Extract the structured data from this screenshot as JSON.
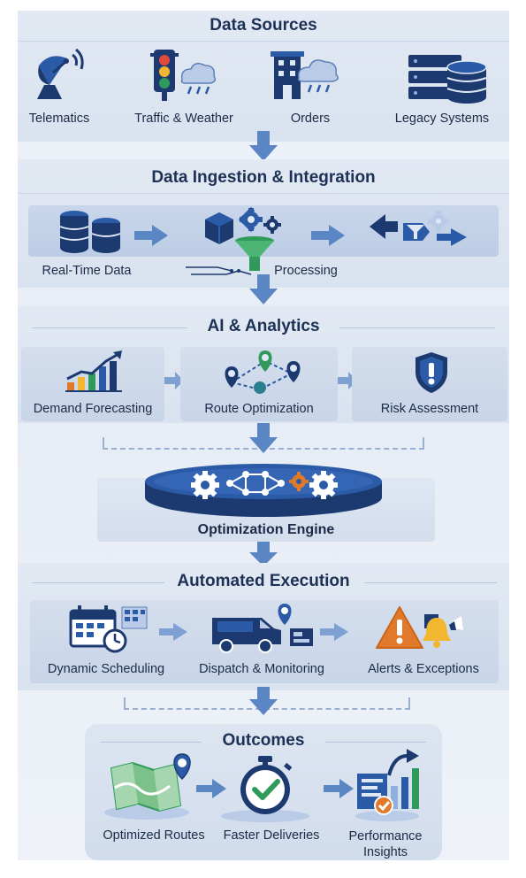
{
  "sections": {
    "data_sources": {
      "title": "Data Sources",
      "items": [
        {
          "label": "Telematics",
          "icon": "satellite-dish-icon"
        },
        {
          "label": "Traffic & Weather",
          "icon": "traffic-light-cloud-icon"
        },
        {
          "label": "Orders",
          "icon": "building-cloud-icon"
        },
        {
          "label": "Legacy Systems",
          "icon": "server-database-icon"
        }
      ]
    },
    "ingestion": {
      "title": "Data Ingestion & Integration",
      "left_label": "Real-Time Data",
      "right_label": "Processing",
      "icons": [
        "database-icon",
        "cube-gears-funnel-icon",
        "transform-arrows-icon"
      ]
    },
    "analytics": {
      "title": "AI & Analytics",
      "items": [
        {
          "label": "Demand Forecasting",
          "icon": "bar-chart-growth-icon"
        },
        {
          "label": "Route Optimization",
          "icon": "map-pins-route-icon"
        },
        {
          "label": "Risk Assessment",
          "icon": "shield-alert-icon"
        }
      ]
    },
    "engine": {
      "label": "Optimization Engine",
      "icon": "engine-disc-gears-icon"
    },
    "execution": {
      "title": "Automated Execution",
      "items": [
        {
          "label": "Dynamic Scheduling",
          "icon": "calendar-clock-icon"
        },
        {
          "label": "Dispatch & Monitoring",
          "icon": "van-location-icon"
        },
        {
          "label": "Alerts & Exceptions",
          "icon": "warning-bell-icon"
        }
      ]
    },
    "outcomes": {
      "title": "Outcomes",
      "items": [
        {
          "label": "Optimized Routes",
          "icon": "map-pin-icon"
        },
        {
          "label": "Faster Deliveries",
          "icon": "stopwatch-check-icon"
        },
        {
          "label": "Performance\nInsights",
          "label_line1": "Performance",
          "label_line2": "Insights",
          "icon": "report-chart-icon"
        }
      ]
    }
  },
  "colors": {
    "navy": "#1d3a70",
    "blue": "#2b5aa6",
    "light_blue": "#8fb0dc",
    "arrow": "#5b86c4",
    "green": "#2f9a5a",
    "orange": "#e07a2a",
    "yellow": "#f2b630"
  }
}
